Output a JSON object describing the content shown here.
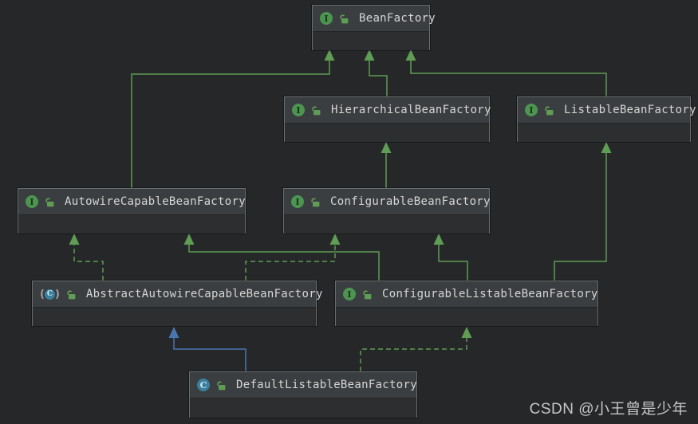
{
  "canvas": {
    "watermark": "CSDN @小王曾是少年"
  },
  "colors": {
    "background": "#262728",
    "node_header": "#3B3E40",
    "node_body": "#2C2E30",
    "node_border": "#6A6D6F",
    "node_text": "#D6D6D6",
    "interface_icon_green": "#4C9550",
    "class_icon_teal": "#3A7F9E",
    "lock_icon_green": "#5F9C54",
    "inheritance_line_green": "#5F9C54",
    "class_extends_line_blue": "#4A76B0",
    "watermark_text": "#C6C6C6"
  },
  "diagram": {
    "nodes": [
      {
        "label": "BeanFactory",
        "kind": "interface",
        "visibility": "public"
      },
      {
        "label": "HierarchicalBeanFactory",
        "kind": "interface",
        "visibility": "public"
      },
      {
        "label": "ListableBeanFactory",
        "kind": "interface",
        "visibility": "public"
      },
      {
        "label": "AutowireCapableBeanFactory",
        "kind": "interface",
        "visibility": "public"
      },
      {
        "label": "ConfigurableBeanFactory",
        "kind": "interface",
        "visibility": "public"
      },
      {
        "label": "AbstractAutowireCapableBeanFactory",
        "kind": "abstract-class",
        "visibility": "public"
      },
      {
        "label": "ConfigurableListableBeanFactory",
        "kind": "interface",
        "visibility": "public"
      },
      {
        "label": "DefaultListableBeanFactory",
        "kind": "class",
        "visibility": "public"
      }
    ],
    "edges": [
      {
        "from": "AutowireCapableBeanFactory",
        "to": "BeanFactory",
        "relation": "extends",
        "style": "solid-green"
      },
      {
        "from": "HierarchicalBeanFactory",
        "to": "BeanFactory",
        "relation": "extends",
        "style": "solid-green"
      },
      {
        "from": "ListableBeanFactory",
        "to": "BeanFactory",
        "relation": "extends",
        "style": "solid-green"
      },
      {
        "from": "ConfigurableBeanFactory",
        "to": "HierarchicalBeanFactory",
        "relation": "extends",
        "style": "solid-green"
      },
      {
        "from": "ConfigurableListableBeanFactory",
        "to": "AutowireCapableBeanFactory",
        "relation": "extends",
        "style": "solid-green"
      },
      {
        "from": "ConfigurableListableBeanFactory",
        "to": "ConfigurableBeanFactory",
        "relation": "extends",
        "style": "solid-green"
      },
      {
        "from": "ConfigurableListableBeanFactory",
        "to": "ListableBeanFactory",
        "relation": "extends",
        "style": "solid-green"
      },
      {
        "from": "AbstractAutowireCapableBeanFactory",
        "to": "AutowireCapableBeanFactory",
        "relation": "implements",
        "style": "dashed-green"
      },
      {
        "from": "AbstractAutowireCapableBeanFactory",
        "to": "ConfigurableBeanFactory",
        "relation": "implements",
        "style": "dashed-green"
      },
      {
        "from": "DefaultListableBeanFactory",
        "to": "ConfigurableListableBeanFactory",
        "relation": "implements",
        "style": "dashed-green"
      },
      {
        "from": "DefaultListableBeanFactory",
        "to": "AbstractAutowireCapableBeanFactory",
        "relation": "extends",
        "style": "solid-blue"
      }
    ]
  }
}
